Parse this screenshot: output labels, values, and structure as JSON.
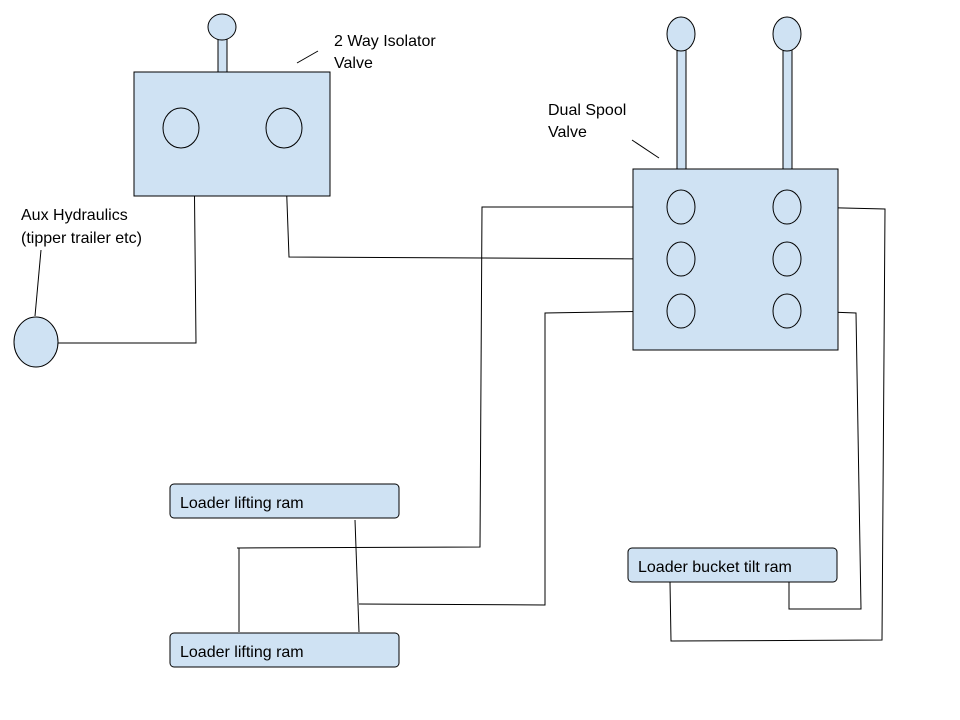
{
  "colors": {
    "fill": "#cfe2f3",
    "stroke": "#000000",
    "background": "#ffffff"
  },
  "labels": {
    "isolator_line1": "2 Way Isolator",
    "isolator_line2": "Valve",
    "spool_line1": "Dual Spool",
    "spool_line2": "Valve",
    "aux_line1": "Aux Hydraulics",
    "aux_line2": "(tipper trailer etc)"
  },
  "rams": {
    "lifting_ram_1": "Loader lifting ram",
    "lifting_ram_2": "Loader lifting ram",
    "bucket_tilt_ram": "Loader bucket tilt ram"
  }
}
